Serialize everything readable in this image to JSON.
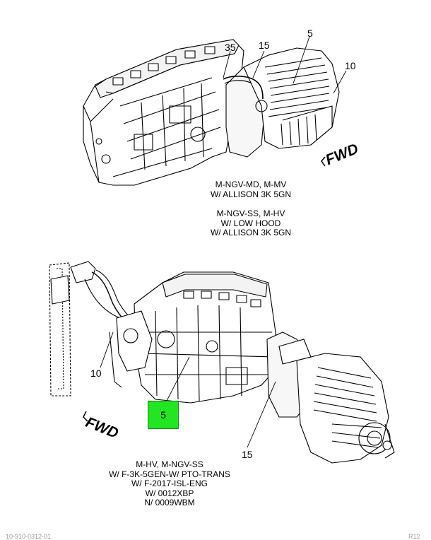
{
  "top_view": {
    "callouts": {
      "c35": "35",
      "c15": "15",
      "c5": "5",
      "c10": "10"
    },
    "fwd_label": "FWD",
    "caption_a": [
      "M-NGV-MD, M-MV",
      "W/ ALLISON 3K 5GN"
    ],
    "caption_b": [
      "M-NGV-SS, M-HV",
      "W/ LOW HOOD",
      "W/ ALLISON 3K 5GN"
    ]
  },
  "bottom_view": {
    "callouts": {
      "c10": "10",
      "c5": "5",
      "c15": "15"
    },
    "highlight_color": "#22e622",
    "fwd_label": "FWD",
    "caption": [
      "M-HV, M-NGV-SS",
      "W/ F-3K-5GEN-W/ PTO-TRANS",
      "W/ F-2017-ISL-ENG",
      "W/ 0012XBP",
      "N/ 0009WBM"
    ]
  },
  "footer": {
    "left": "10-910-0312-01",
    "right": "R12"
  }
}
